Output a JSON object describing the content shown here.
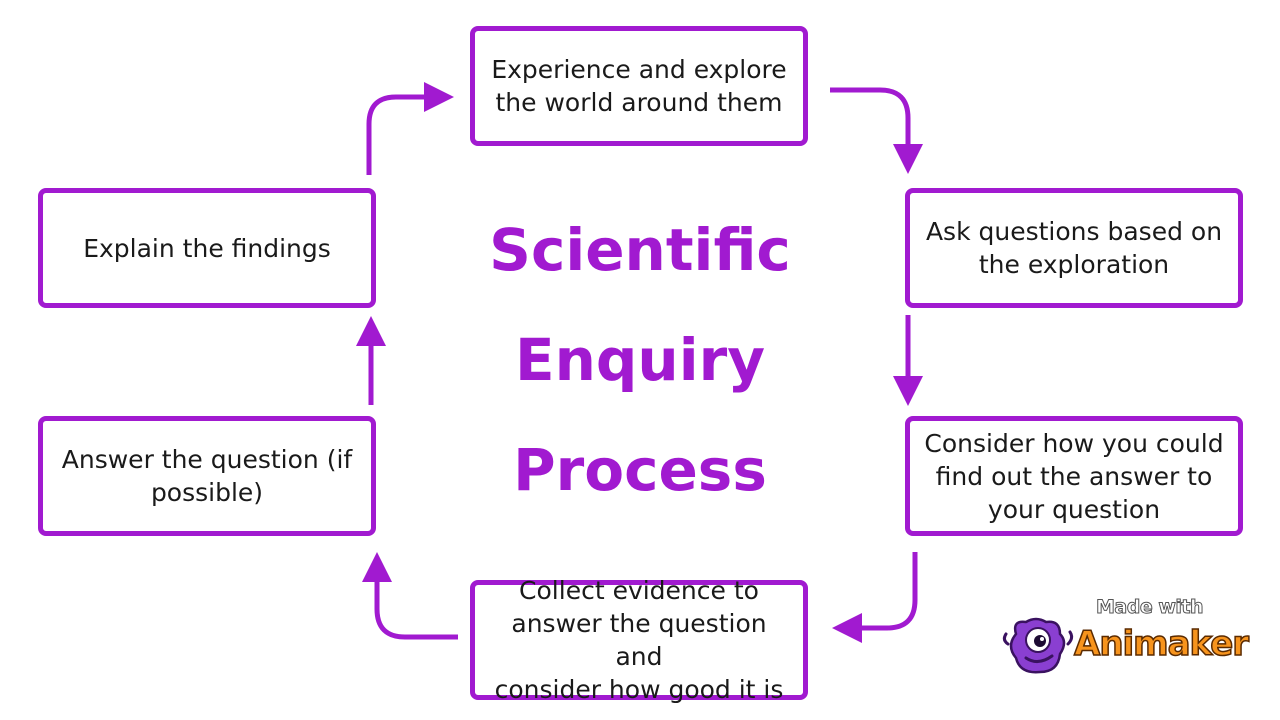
{
  "diagram": {
    "title_lines": [
      "Scientific",
      "Enquiry",
      "Process"
    ],
    "steps": [
      {
        "id": "experience",
        "lines": [
          "Experience and explore",
          "the world around them"
        ]
      },
      {
        "id": "ask",
        "lines": [
          "Ask questions based on",
          "the exploration"
        ]
      },
      {
        "id": "consider",
        "lines": [
          "Consider how you could",
          "find out the answer to",
          "your question"
        ]
      },
      {
        "id": "collect",
        "lines": [
          "Collect evidence to",
          "answer the question and",
          "consider how good it is"
        ]
      },
      {
        "id": "answer",
        "lines": [
          "Answer the question (if",
          "possible)"
        ]
      },
      {
        "id": "explain",
        "lines": [
          "Explain the findings"
        ]
      }
    ]
  },
  "watermark": {
    "made_with": "Made with",
    "brand": "Animaker"
  },
  "colors": {
    "accent": "#a11ad0",
    "text": "#1a1a1a",
    "background": "#ffffff",
    "brand_orange": "#f7941d"
  }
}
